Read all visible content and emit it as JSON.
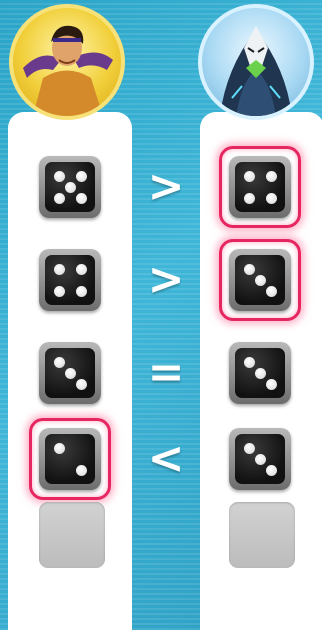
{
  "players": {
    "left": {
      "avatar_icon": "martial-artist-portrait-icon",
      "ring_color": "#f7e27a"
    },
    "right": {
      "avatar_icon": "hooded-masked-villain-portrait-icon",
      "ring_color": "#d9f2ff"
    }
  },
  "rows": [
    {
      "left_die": 5,
      "left_highlight": false,
      "comparison": ">",
      "right_die": 4,
      "right_highlight": true
    },
    {
      "left_die": 4,
      "left_highlight": false,
      "comparison": ">",
      "right_die": 3,
      "right_highlight": true
    },
    {
      "left_die": 3,
      "left_highlight": false,
      "comparison": "=",
      "right_die": 3,
      "right_highlight": false
    },
    {
      "left_die": 2,
      "left_highlight": true,
      "comparison": "<",
      "right_die": 3,
      "right_highlight": false
    }
  ],
  "empty_slots": 1,
  "colors": {
    "highlight": "#e52660",
    "background": "#2aa4c7",
    "panel": "#ffffff"
  }
}
